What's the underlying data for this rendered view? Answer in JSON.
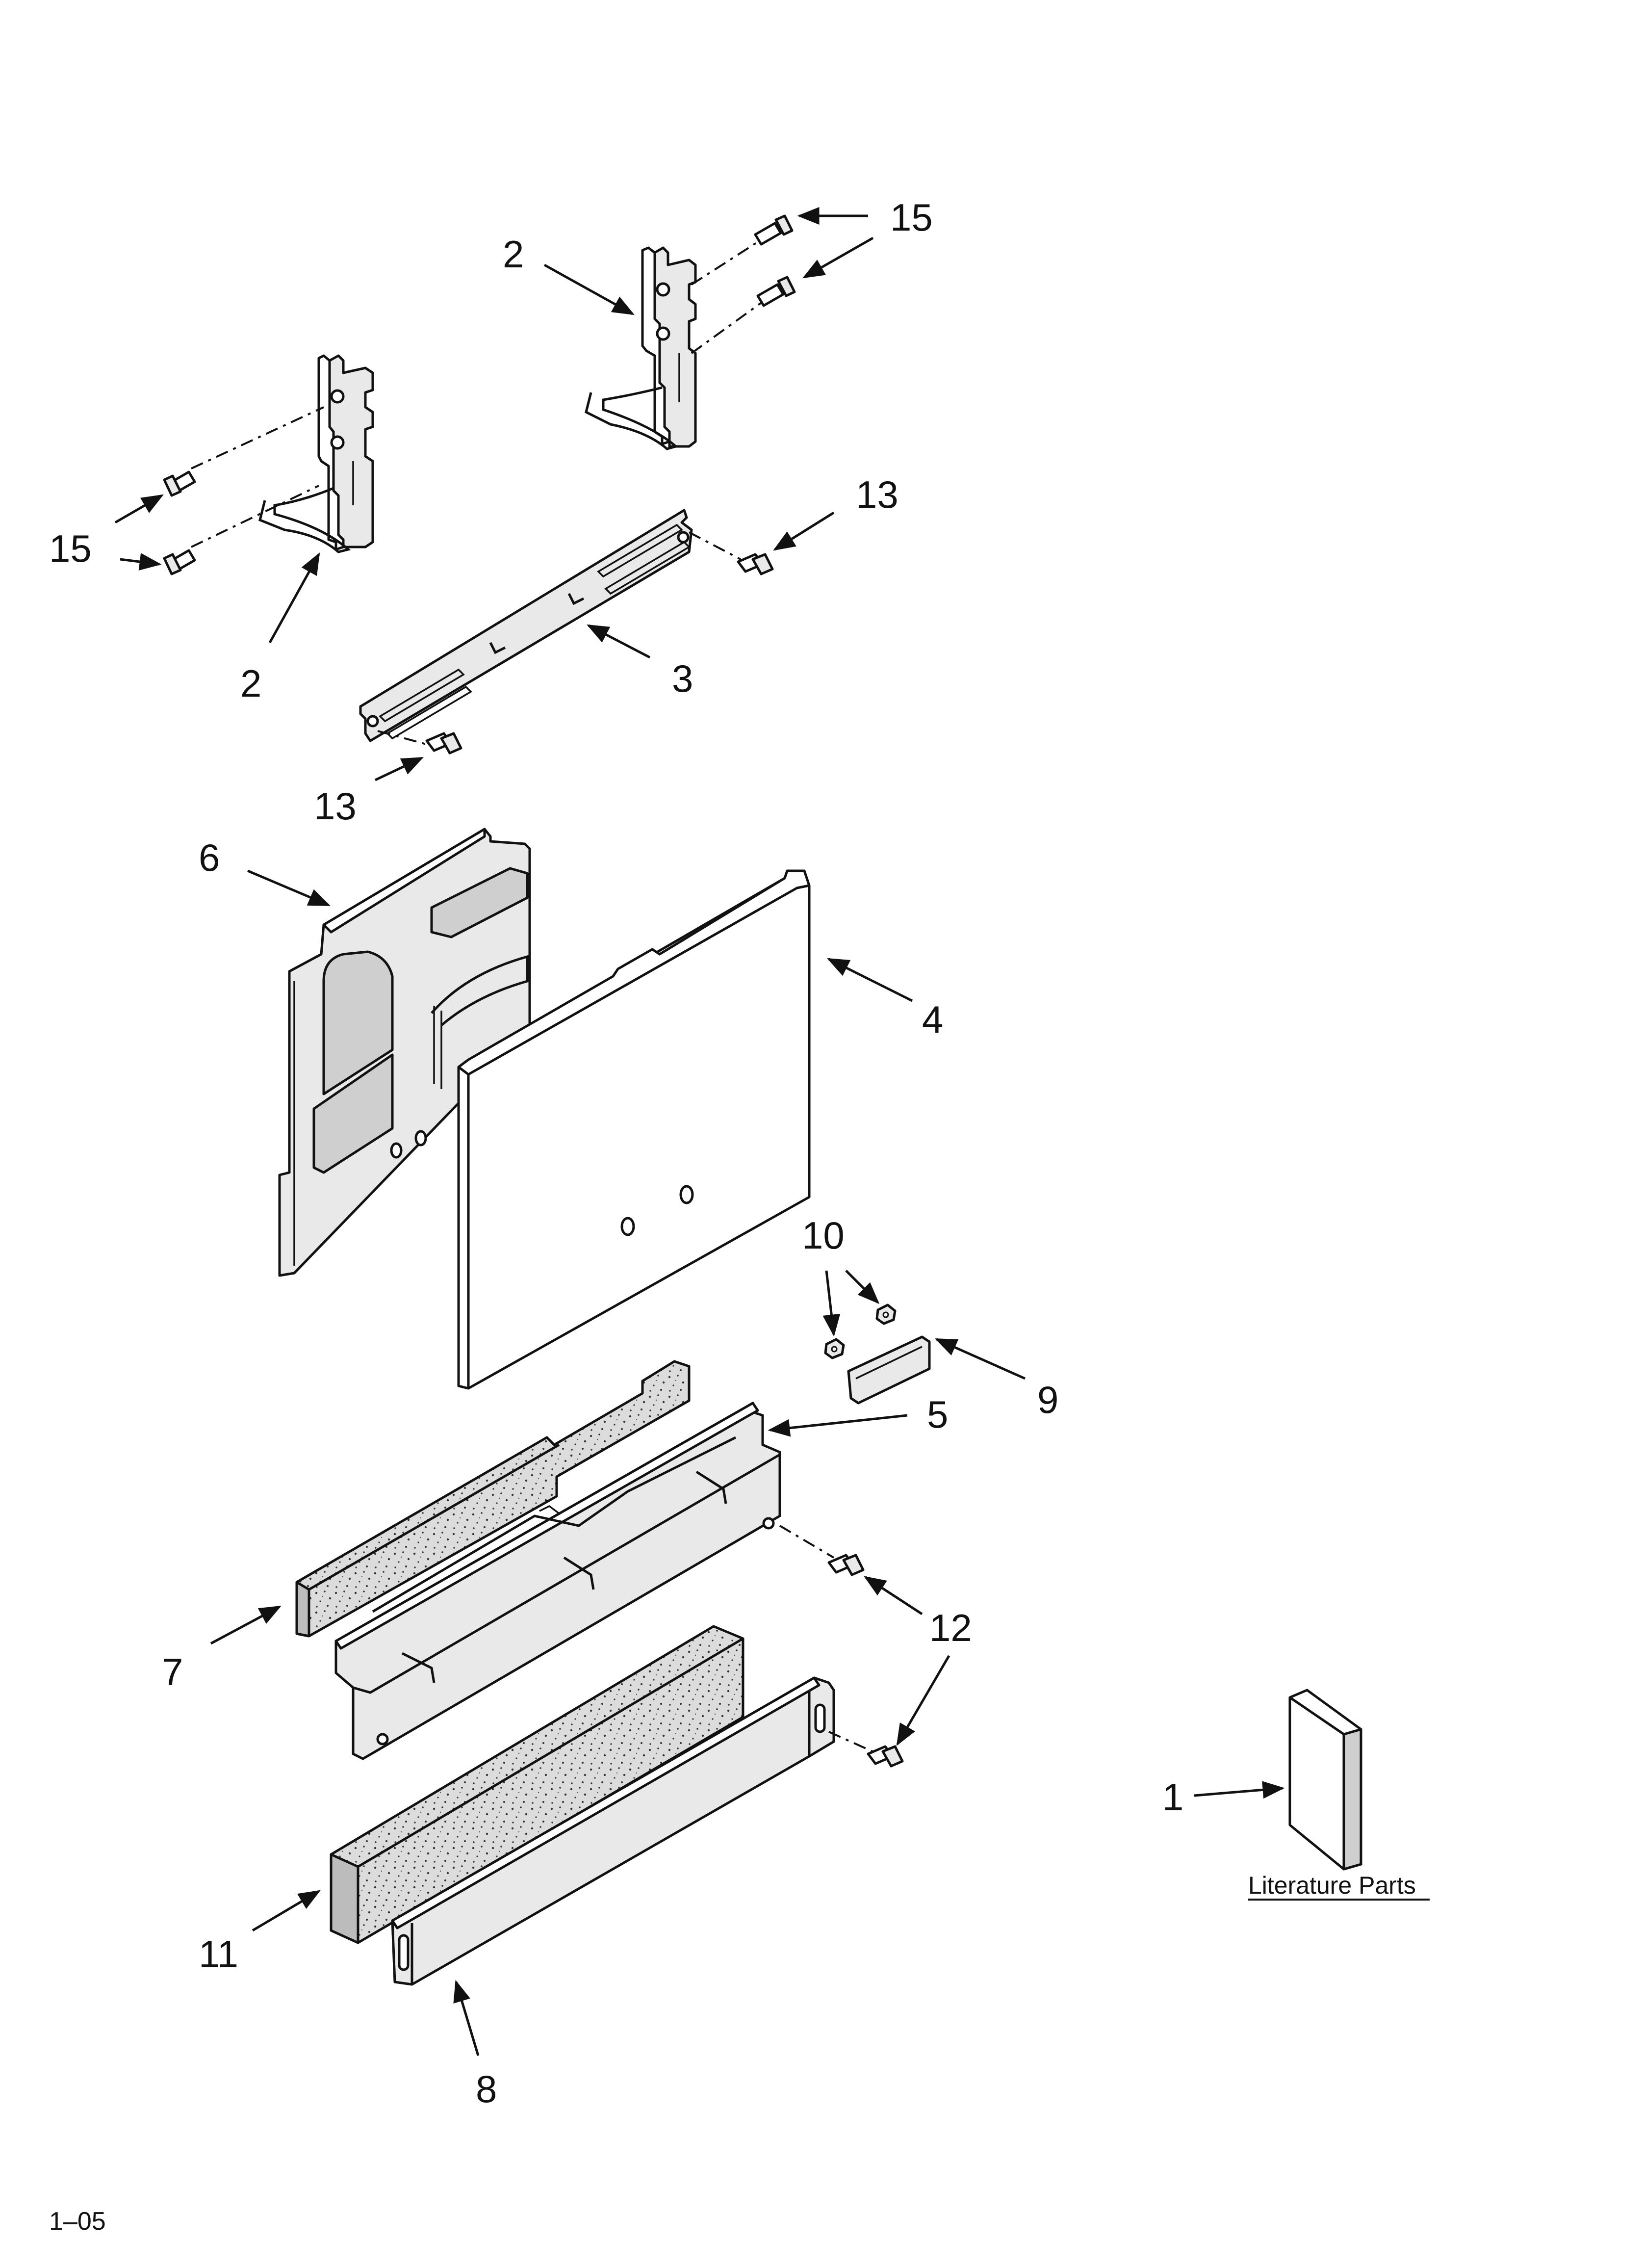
{
  "callouts": {
    "c15a": "15",
    "c2a": "2",
    "c15b": "15",
    "c2b": "2",
    "c13a": "13",
    "c3": "3",
    "c13b": "13",
    "c6": "6",
    "c4": "4",
    "c10": "10",
    "c9": "9",
    "c5": "5",
    "c7": "7",
    "c12": "12",
    "c1": "1",
    "c11": "11",
    "c8": "8"
  },
  "literature_label": "Literature Parts",
  "footer_code": "1–05"
}
